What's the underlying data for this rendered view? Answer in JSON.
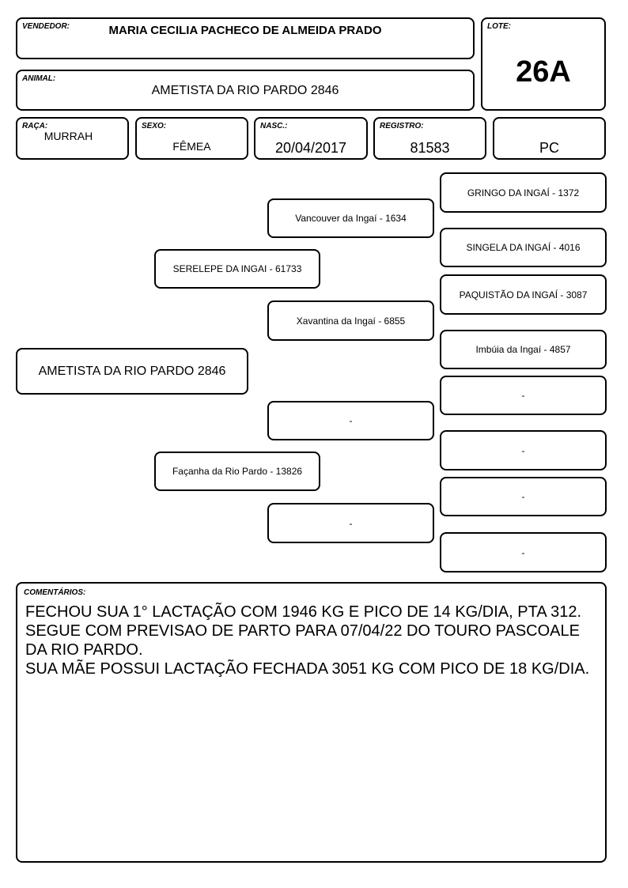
{
  "header": {
    "vendedor_label": "VENDEDOR:",
    "vendedor": "MARIA CECILIA PACHECO DE ALMEIDA PRADO",
    "lote_label": "LOTE:",
    "lote": "26A",
    "animal_label": "ANIMAL:",
    "animal": "AMETISTA DA RIO PARDO 2846"
  },
  "info": {
    "raca_label": "RAÇA:",
    "raca": "MURRAH",
    "sexo_label": "SEXO:",
    "sexo": "FÊMEA",
    "nasc_label": "NASC.:",
    "nasc": "20/04/2017",
    "registro_label": "REGISTRO:",
    "registro": "81583",
    "pc": "PC"
  },
  "pedigree": {
    "animal": "AMETISTA DA RIO PARDO 2846",
    "pai": "SERELEPE DA INGAI - 61733",
    "mae": "Façanha da Rio Pardo - 13826",
    "avo_paterno": "Vancouver da Ingaí - 1634",
    "avo_paterna": "Xavantina da Ingaí - 6855",
    "avo_materno": "-",
    "avo_materna": "-",
    "bisavos": [
      "GRINGO DA INGAÍ - 1372",
      "SINGELA DA INGAÍ - 4016",
      "PAQUISTÃO DA INGAÍ - 3087",
      "Imbúia da Ingaí - 4857",
      "-",
      "-",
      "-",
      "-"
    ]
  },
  "comments": {
    "label": "COMENTÁRIOS:",
    "text": "FECHOU SUA 1° LACTAÇÃO COM 1946 KG E PICO DE 14 KG/DIA, PTA 312.\nSEGUE COM PREVISAO DE PARTO PARA 07/04/22 DO TOURO PASCOALE DA RIO PARDO.\nSUA MÃE POSSUI LACTAÇÃO FECHADA 3051 KG COM PICO DE 18 KG/DIA."
  }
}
